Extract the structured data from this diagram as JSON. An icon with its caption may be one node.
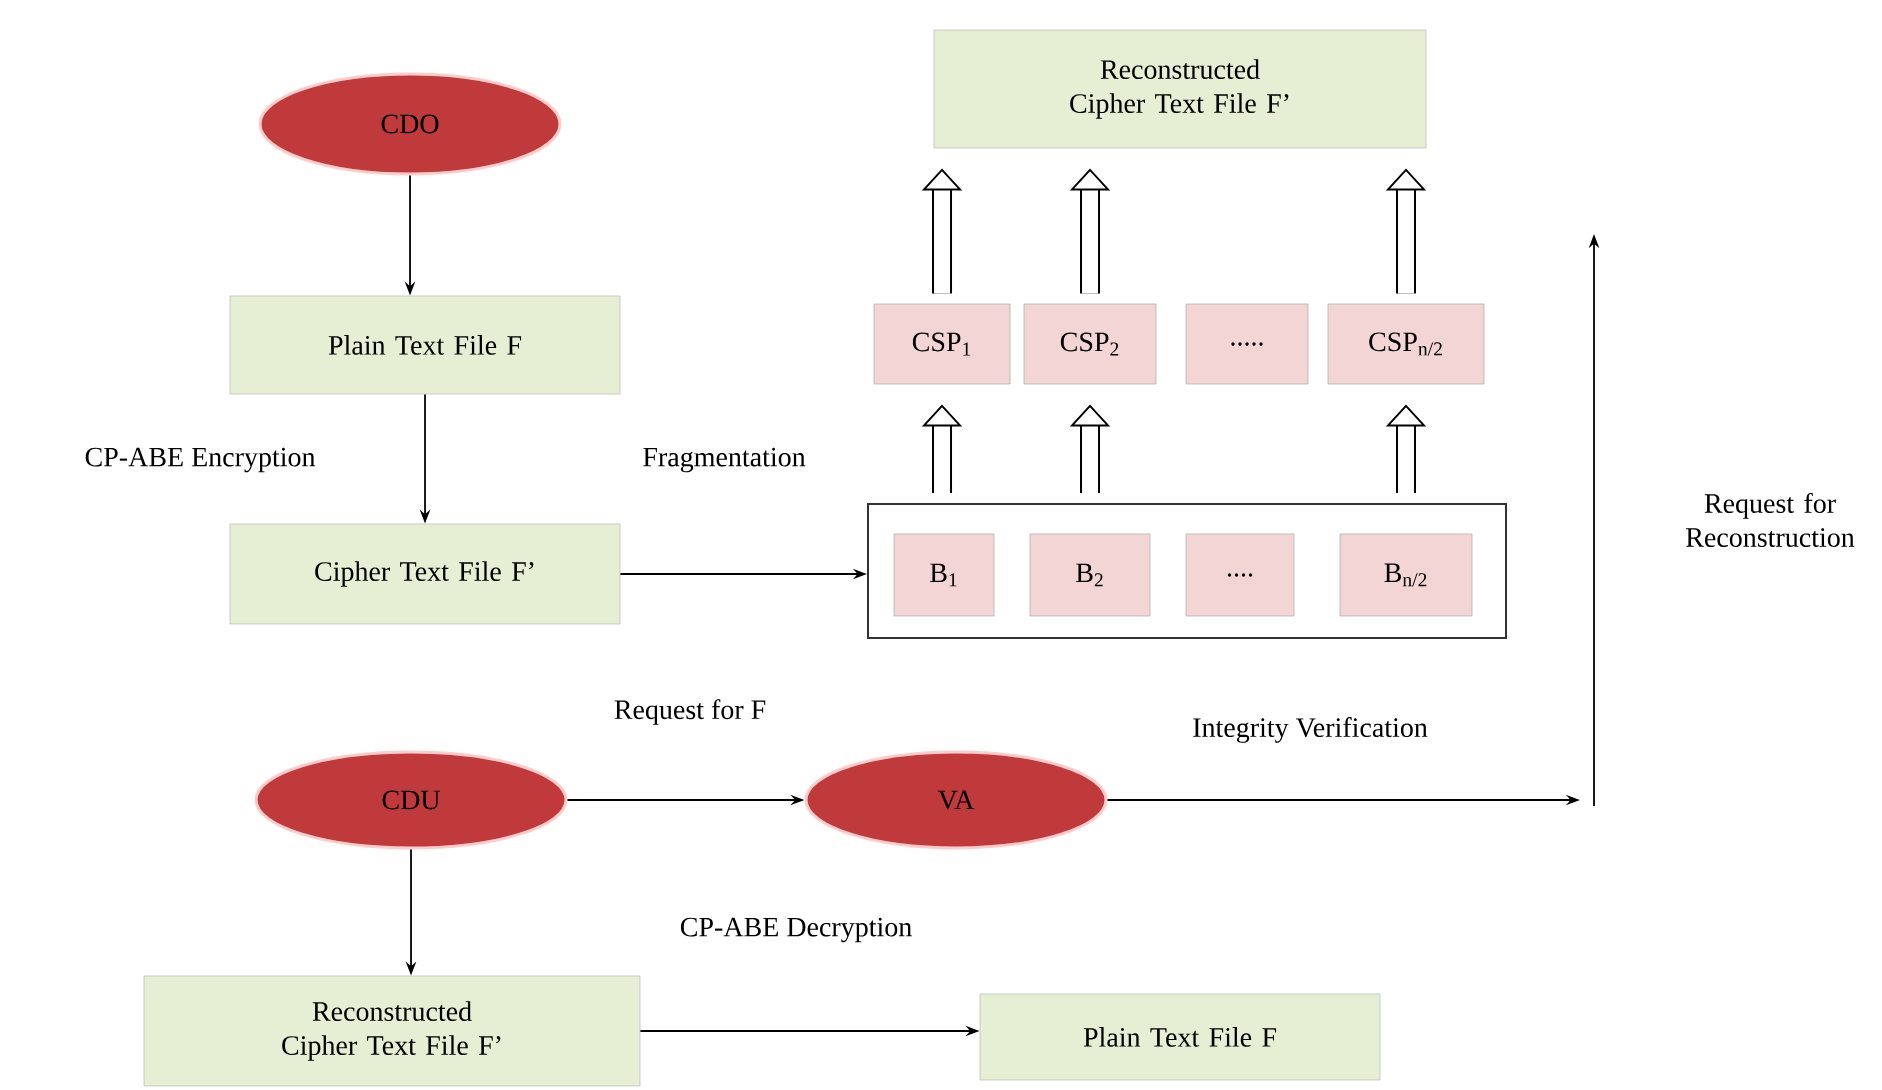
{
  "diagram": {
    "nodes": [
      {
        "text": [
          "CDO"
        ]
      },
      {
        "text": [
          "Reconstructed Cipher Text File F’"
        ]
      },
      {
        "text": [
          "Plain Text File F"
        ]
      },
      {
        "text": [
          "CSP$_{1}$"
        ]
      },
      {
        "text": [
          "CSP$_{2}$"
        ]
      },
      {
        "text": [
          "....."
        ]
      },
      {
        "text": [
          "CSP$_{n/2}$"
        ]
      },
      {
        "text": [
          "Cipher Text File F’"
        ]
      },
      {
        "text": [],
        "shape": "box"
      },
      {
        "text": [
          "B$_{1}$"
        ],
        "in": 8
      },
      {
        "text": [
          "B$_{2}$"
        ],
        "in": 8
      },
      {
        "text": [
          "...."
        ],
        "in": 8
      },
      {
        "text": [
          "B$_{n/2}$"
        ],
        "in": 8
      },
      {
        "text": [
          "CDU"
        ]
      },
      {
        "text": [
          "VA"
        ]
      },
      {
        "text": [
          "Reconstructed Cipher Text File F’"
        ]
      },
      {
        "text": [
          "Plain Text File F"
        ]
      }
    ],
    "edges": [
      {
        "from": 0,
        "to": 2,
        "arrow": "to"
      },
      {
        "from": 2,
        "to": 7,
        "arrow": "to",
        "label": "CP-ABE Encryption"
      },
      {
        "from": 7,
        "to": 8,
        "arrow": "to",
        "label": "Fragmentation"
      },
      {
        "from": 8,
        "to": 3,
        "arrow": "to",
        "style": "thick"
      },
      {
        "from": 8,
        "to": 4,
        "arrow": "to",
        "style": "thick"
      },
      {
        "from": 8,
        "to": 6,
        "arrow": "to",
        "style": "thick"
      },
      {
        "from": 3,
        "to": 1,
        "arrow": "to",
        "style": "thick"
      },
      {
        "from": 4,
        "to": 1,
        "arrow": "to",
        "style": "thick"
      },
      {
        "from": 6,
        "to": 1,
        "arrow": "to",
        "style": "thick"
      },
      {
        "from": 13,
        "to": 14,
        "arrow": "to",
        "label": "Request for F"
      },
      {
        "from": 14,
        "to": null,
        "arrow": "to",
        "label": "Integrity Verification"
      },
      {
        "from": 13,
        "to": 15,
        "arrow": "to"
      },
      {
        "from": 15,
        "to": 16,
        "arrow": "to",
        "label": "CP-ABE Decryption"
      }
    ],
    "labels": [
      "Request for Reconstruction"
    ]
  }
}
